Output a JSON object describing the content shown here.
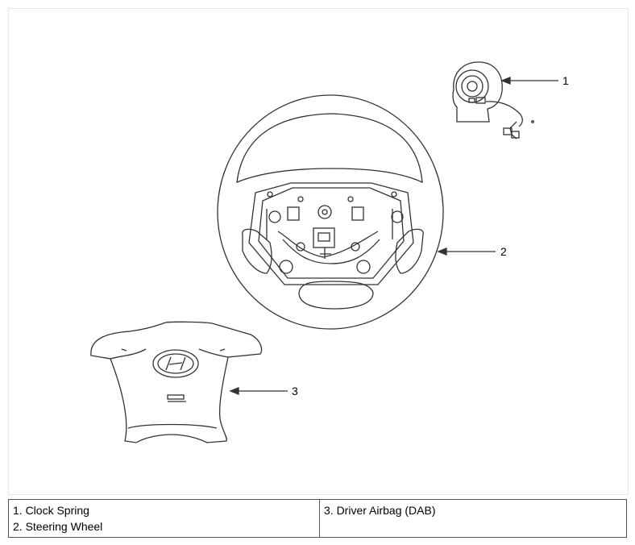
{
  "diagram": {
    "callouts": [
      {
        "id": "1",
        "label": "1"
      },
      {
        "id": "2",
        "label": "2"
      },
      {
        "id": "3",
        "label": "3"
      }
    ]
  },
  "legend": {
    "left": [
      "1. Clock Spring",
      "2. Steering Wheel"
    ],
    "right": [
      "3. Driver Airbag (DAB)"
    ]
  },
  "colors": {
    "line": "#333333",
    "border": "#555555"
  }
}
